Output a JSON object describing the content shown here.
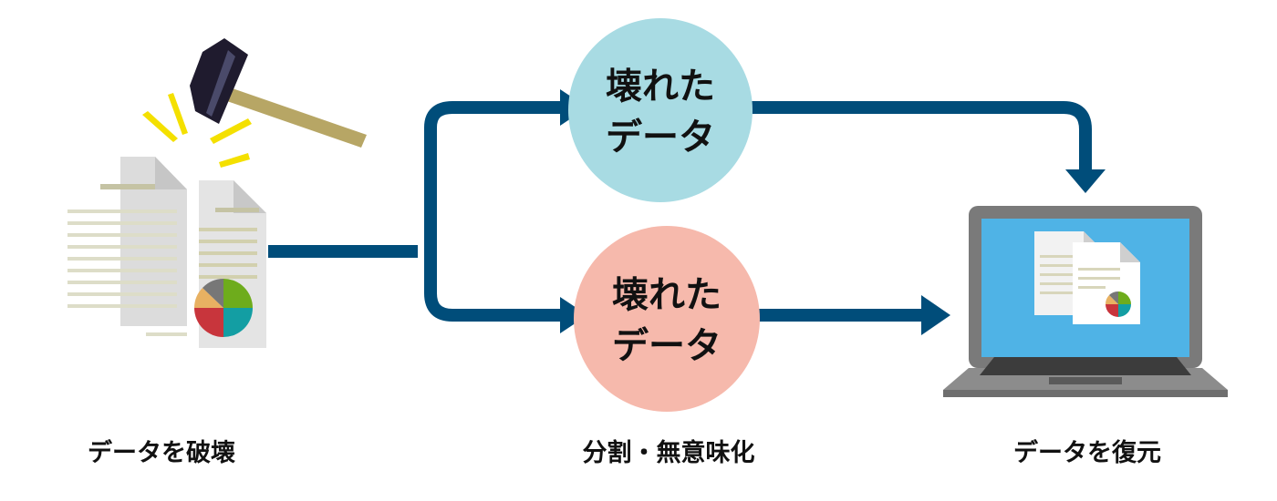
{
  "colors": {
    "arrow": "#004d7a",
    "circle_top": "#a8dbe3",
    "circle_bottom": "#f6b9ac",
    "text": "#111111"
  },
  "nodes": {
    "top_circle": {
      "line1": "壊れた",
      "line2": "データ"
    },
    "bottom_circle": {
      "line1": "壊れた",
      "line2": "データ"
    }
  },
  "captions": {
    "left": "データを破壊",
    "middle": "分割・無意味化",
    "right": "データを復元"
  },
  "icons": {
    "left": "broken-documents-with-hammer-icon",
    "right": "laptop-with-documents-icon"
  }
}
